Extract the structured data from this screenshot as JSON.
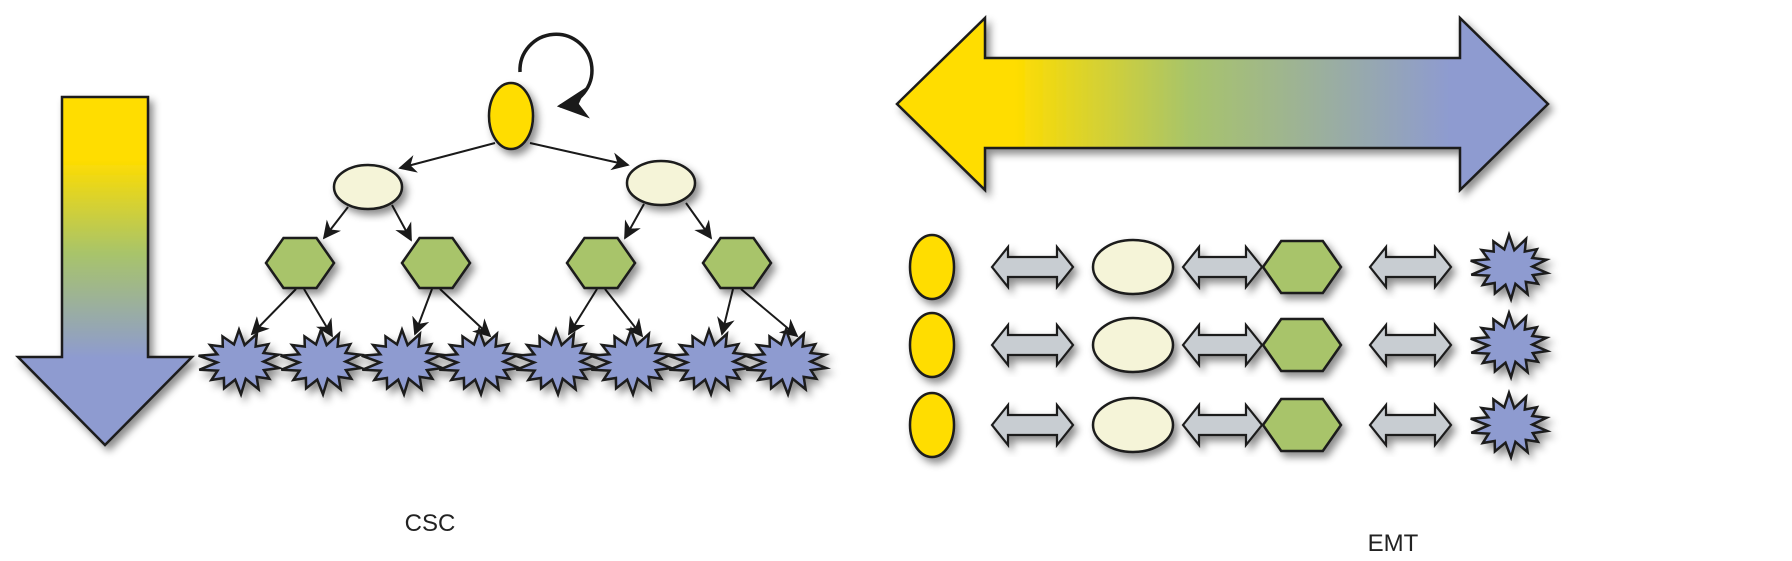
{
  "labels": {
    "left": "CSC",
    "right": "EMT"
  },
  "colors": {
    "yellow": "#FFDD00",
    "cream": "#F5F4D8",
    "green": "#A8C46A",
    "lavender": "#8E9BD0",
    "arrow_gray": "#C8CDD2",
    "outline": "#1a1a1a"
  },
  "hierarchy": {
    "root": "yellow-ellipse",
    "level1": [
      "cream-ellipse",
      "cream-ellipse"
    ],
    "level2": [
      "green-hexagon",
      "green-hexagon",
      "green-hexagon",
      "green-hexagon"
    ],
    "level3": [
      "lavender-starburst",
      "lavender-starburst",
      "lavender-starburst",
      "lavender-starburst",
      "lavender-starburst",
      "lavender-starburst",
      "lavender-starburst",
      "lavender-starburst"
    ]
  },
  "emt_rows": 3,
  "emt_sequence": [
    "yellow-ellipse",
    "cream-ellipse",
    "green-hexagon",
    "lavender-starburst"
  ]
}
